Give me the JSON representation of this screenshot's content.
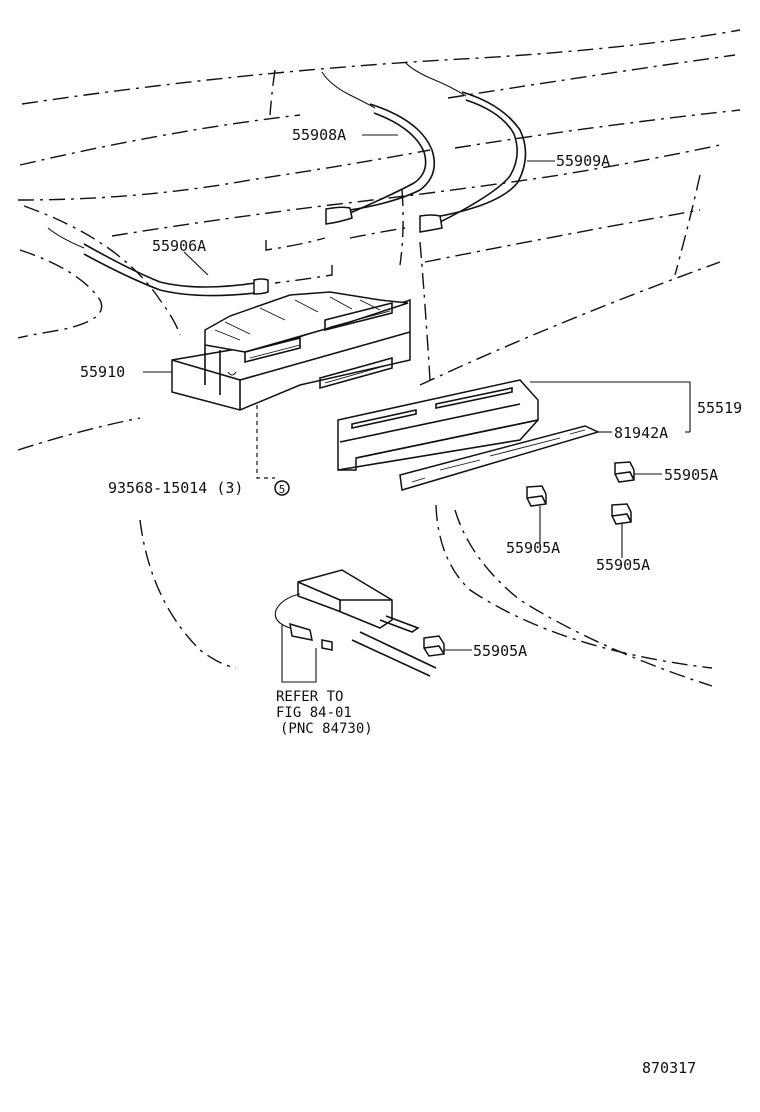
{
  "parts": {
    "p55908A": "55908A",
    "p55909A": "55909A",
    "p55906A": "55906A",
    "p55910": "55910",
    "p55519": "55519",
    "p81942A": "81942A",
    "p93568": "93568-15014 (3)",
    "p93568_symbol": "5",
    "p55905A_a": "55905A",
    "p55905A_b": "55905A",
    "p55905A_c": "55905A",
    "p55905A_d": "55905A"
  },
  "reference": {
    "line1": "REFER TO",
    "line2": "FIG 84-01",
    "line3": "(PNC 84730)"
  },
  "illustration_number": "870317"
}
